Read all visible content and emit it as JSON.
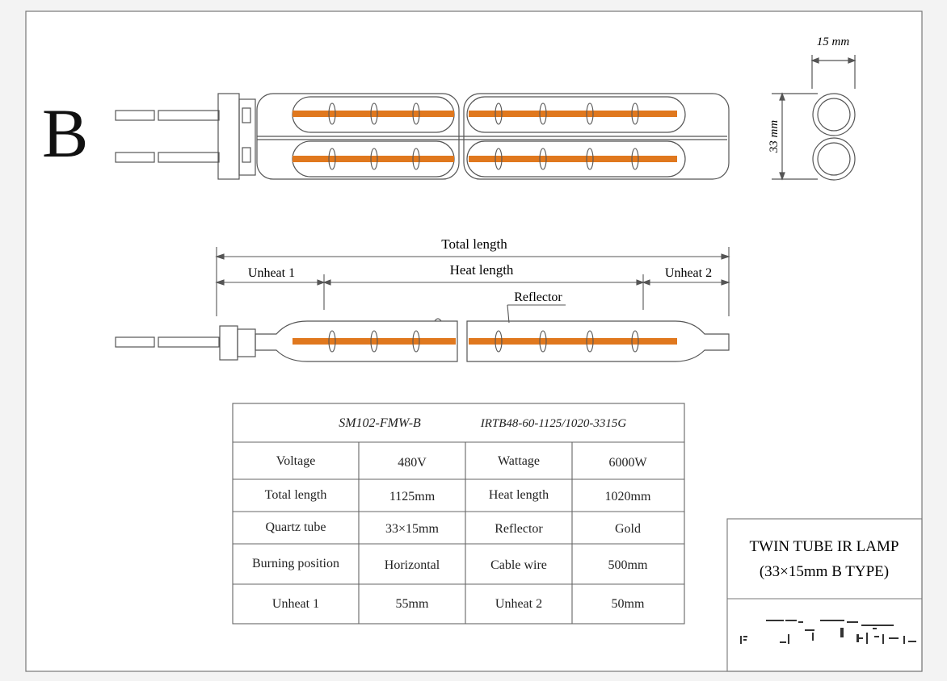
{
  "drawing": {
    "variant_letter": "B",
    "width_dim": "15 mm",
    "height_dim": "33 mm",
    "labels": {
      "total_length": "Total length",
      "heat_length": "Heat length",
      "unheat1": "Unheat 1",
      "unheat2": "Unheat 2",
      "reflector": "Reflector"
    },
    "colors": {
      "filament": "#e0781e",
      "line": "#555555",
      "paper": "#ffffff"
    }
  },
  "spec_table": {
    "model": "SM102-FMW-B",
    "part_no": "IRTB48-60-1125/1020-3315G",
    "rows": [
      [
        "Voltage",
        "480V",
        "Wattage",
        "6000W"
      ],
      [
        "Total length",
        "1125mm",
        "Heat length",
        "1020mm"
      ],
      [
        "Quartz tube",
        "33×15mm",
        "Reflector",
        "Gold"
      ],
      [
        "Burning position",
        "Horizontal",
        "Cable wire",
        "500mm"
      ],
      [
        "Unheat 1",
        "55mm",
        "Unheat 2",
        "50mm"
      ]
    ]
  },
  "title_block": {
    "line1": "TWIN TUBE IR LAMP",
    "line2": "(33×15mm B TYPE)"
  }
}
